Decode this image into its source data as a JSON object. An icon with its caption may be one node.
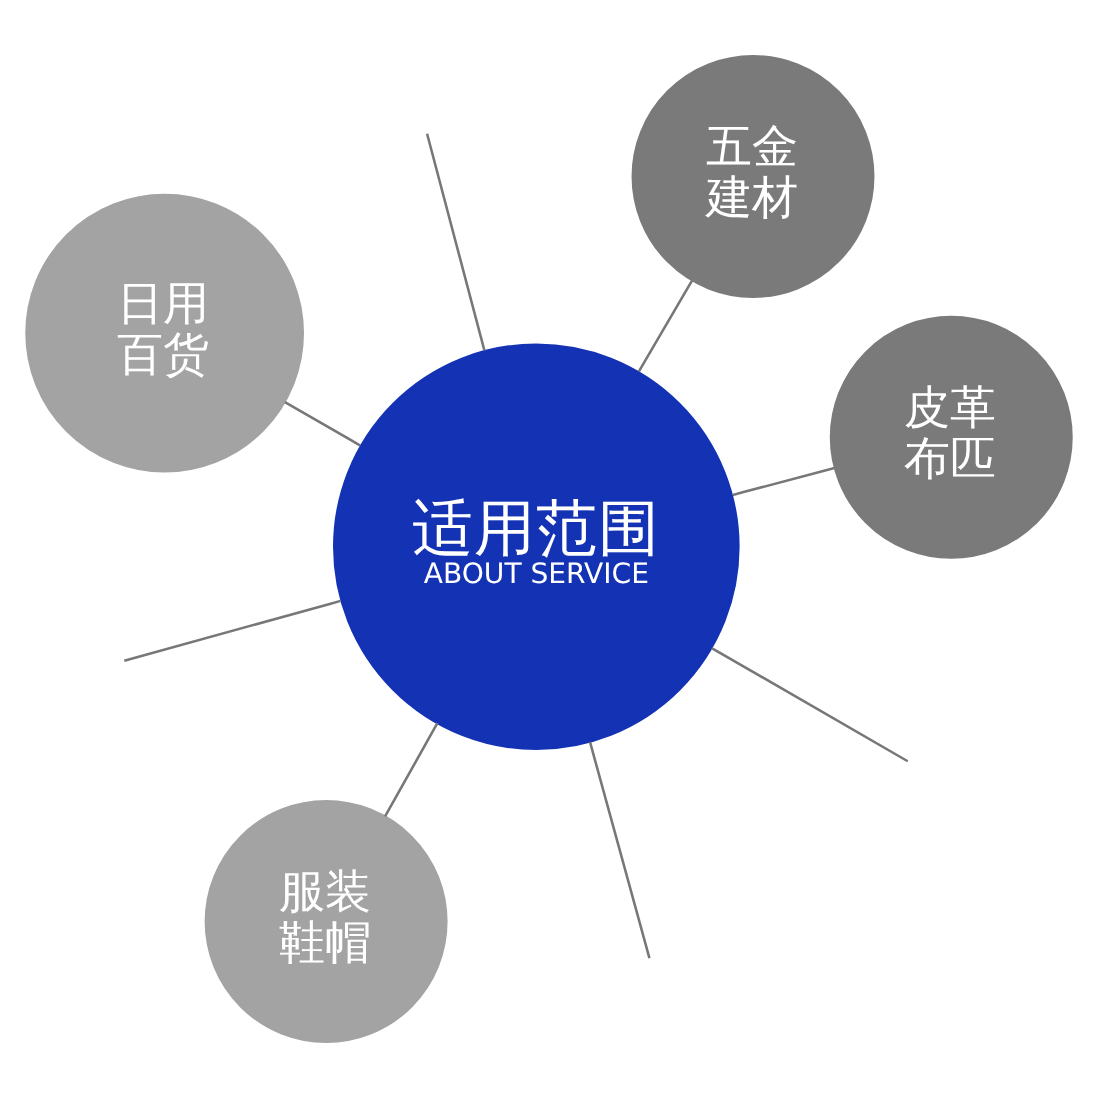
{
  "diagram": {
    "nodes": [
      {
        "text": [
          "适用范围",
          "ABOUT SERVICE"
        ]
      },
      {
        "text": [
          "皮革布匹"
        ]
      },
      {
        "text": [
          "服装鞋帽"
        ]
      },
      {
        "text": [
          "日用百货"
        ]
      },
      {
        "text": [
          "五金建材"
        ]
      }
    ],
    "edges": [
      {
        "from": 0,
        "to": 1,
        "arrow": "none"
      },
      {
        "from": 0,
        "to": 2,
        "arrow": "none"
      },
      {
        "from": 0,
        "to": null,
        "arrow": "none"
      },
      {
        "from": 0,
        "to": null,
        "arrow": "none"
      },
      {
        "from": 0,
        "to": null,
        "arrow": "none"
      },
      {
        "from": 0,
        "to": null,
        "arrow": "none"
      },
      {
        "from": 0,
        "to": 3,
        "arrow": "none"
      },
      {
        "from": 0,
        "to": 4,
        "arrow": "none"
      }
    ]
  }
}
